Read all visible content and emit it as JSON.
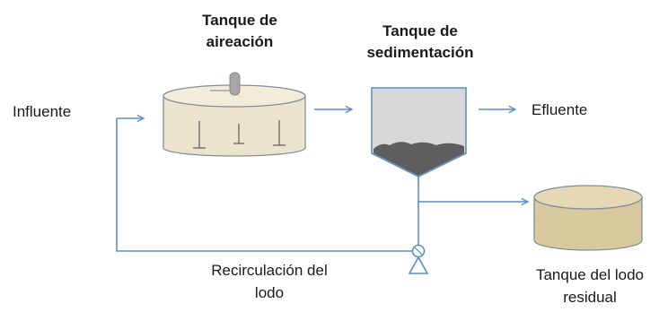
{
  "labels": {
    "influent": "Influente",
    "aeration_line1": "Tanque de",
    "aeration_line2": "aireación",
    "sedimentation_line1": "Tanque de",
    "sedimentation_line2": "sedimentación",
    "effluent": "Efluente",
    "recirculation_line1": "Recirculación del",
    "recirculation_line2": "lodo",
    "residual_line1": "Tanque del lodo",
    "residual_line2": "residual"
  },
  "colors": {
    "line": "#5b8fc8",
    "tank_fill": "#ece3cc",
    "tank_stroke": "#7f8f9c",
    "residual_fill": "#d9c99e",
    "sedimentation_fill": "#d8d8d8",
    "sludge": "#5e5e5e",
    "text": "#1a1a1a"
  },
  "icons": [
    "arrow-icon",
    "pump-icon",
    "mixer-icon"
  ]
}
